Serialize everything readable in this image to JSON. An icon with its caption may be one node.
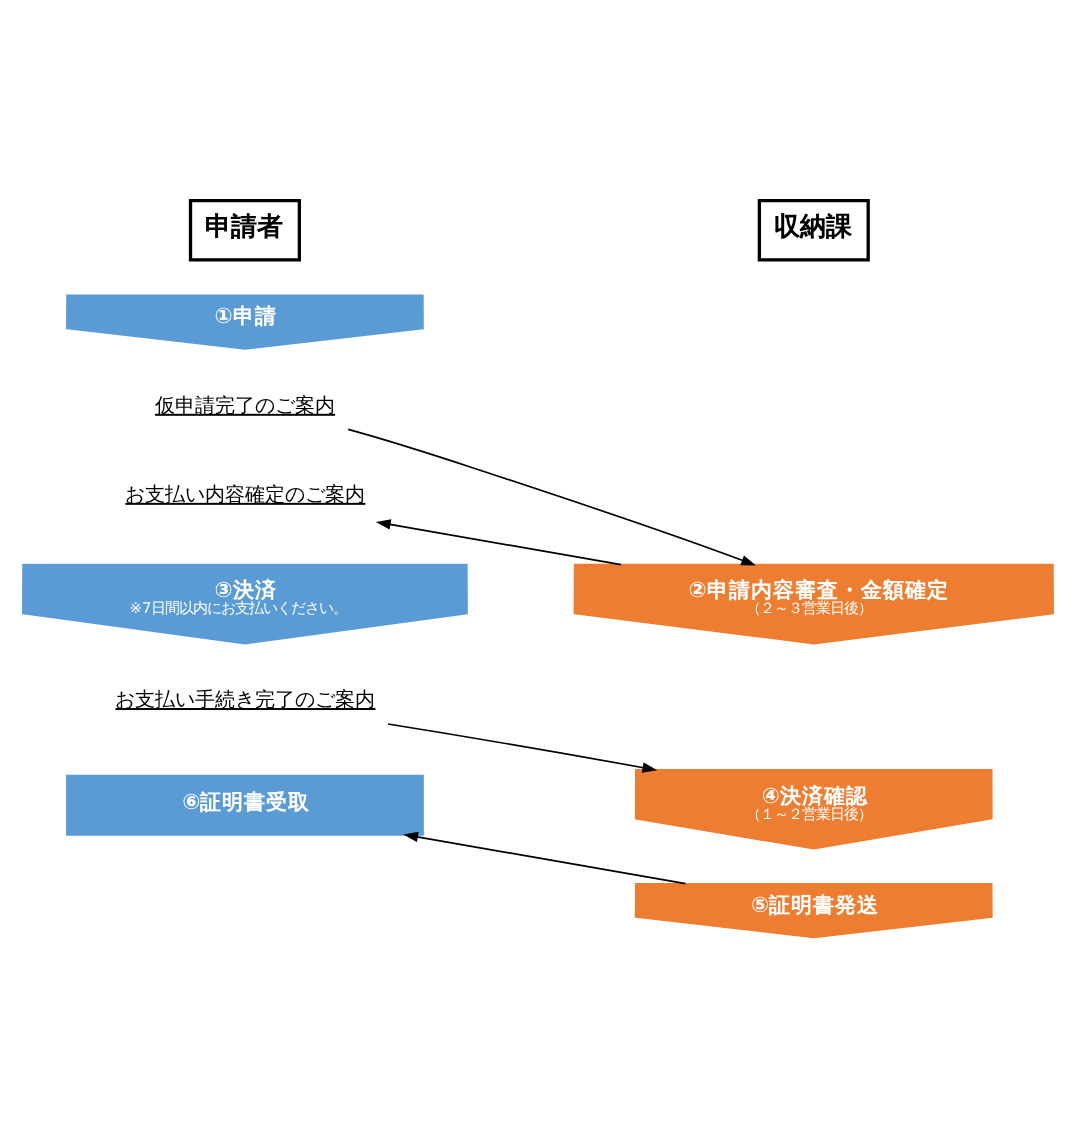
{
  "diagram": {
    "nodes": [
      {
        "text": [
          "申請者"
        ]
      },
      {
        "text": [
          "収納課"
        ]
      },
      {
        "text": [
          "①申請"
        ]
      },
      {
        "text": [
          "仮申請完了のご案内"
        ]
      },
      {
        "text": [
          "②申請内容審査・金額確定",
          "（２～３営業日後）"
        ]
      },
      {
        "text": [
          "お支払い内容確定のご案内"
        ]
      },
      {
        "text": [
          "③決済",
          "※7日間以内にお支払いください。"
        ]
      },
      {
        "text": [
          "お支払い手続き完了のご案内"
        ]
      },
      {
        "text": [
          "④決済確認",
          "（１～２営業日後）"
        ]
      },
      {
        "text": [
          "⑤証明書発送"
        ]
      },
      {
        "text": [
          "⑥証明書受取"
        ]
      }
    ],
    "edges": [
      {
        "from": 3,
        "to": 4,
        "arrow": "to"
      },
      {
        "from": 4,
        "to": 5,
        "arrow": "to"
      },
      {
        "from": 7,
        "to": 8,
        "arrow": "to"
      },
      {
        "from": 9,
        "to": 10,
        "arrow": "to"
      }
    ]
  }
}
